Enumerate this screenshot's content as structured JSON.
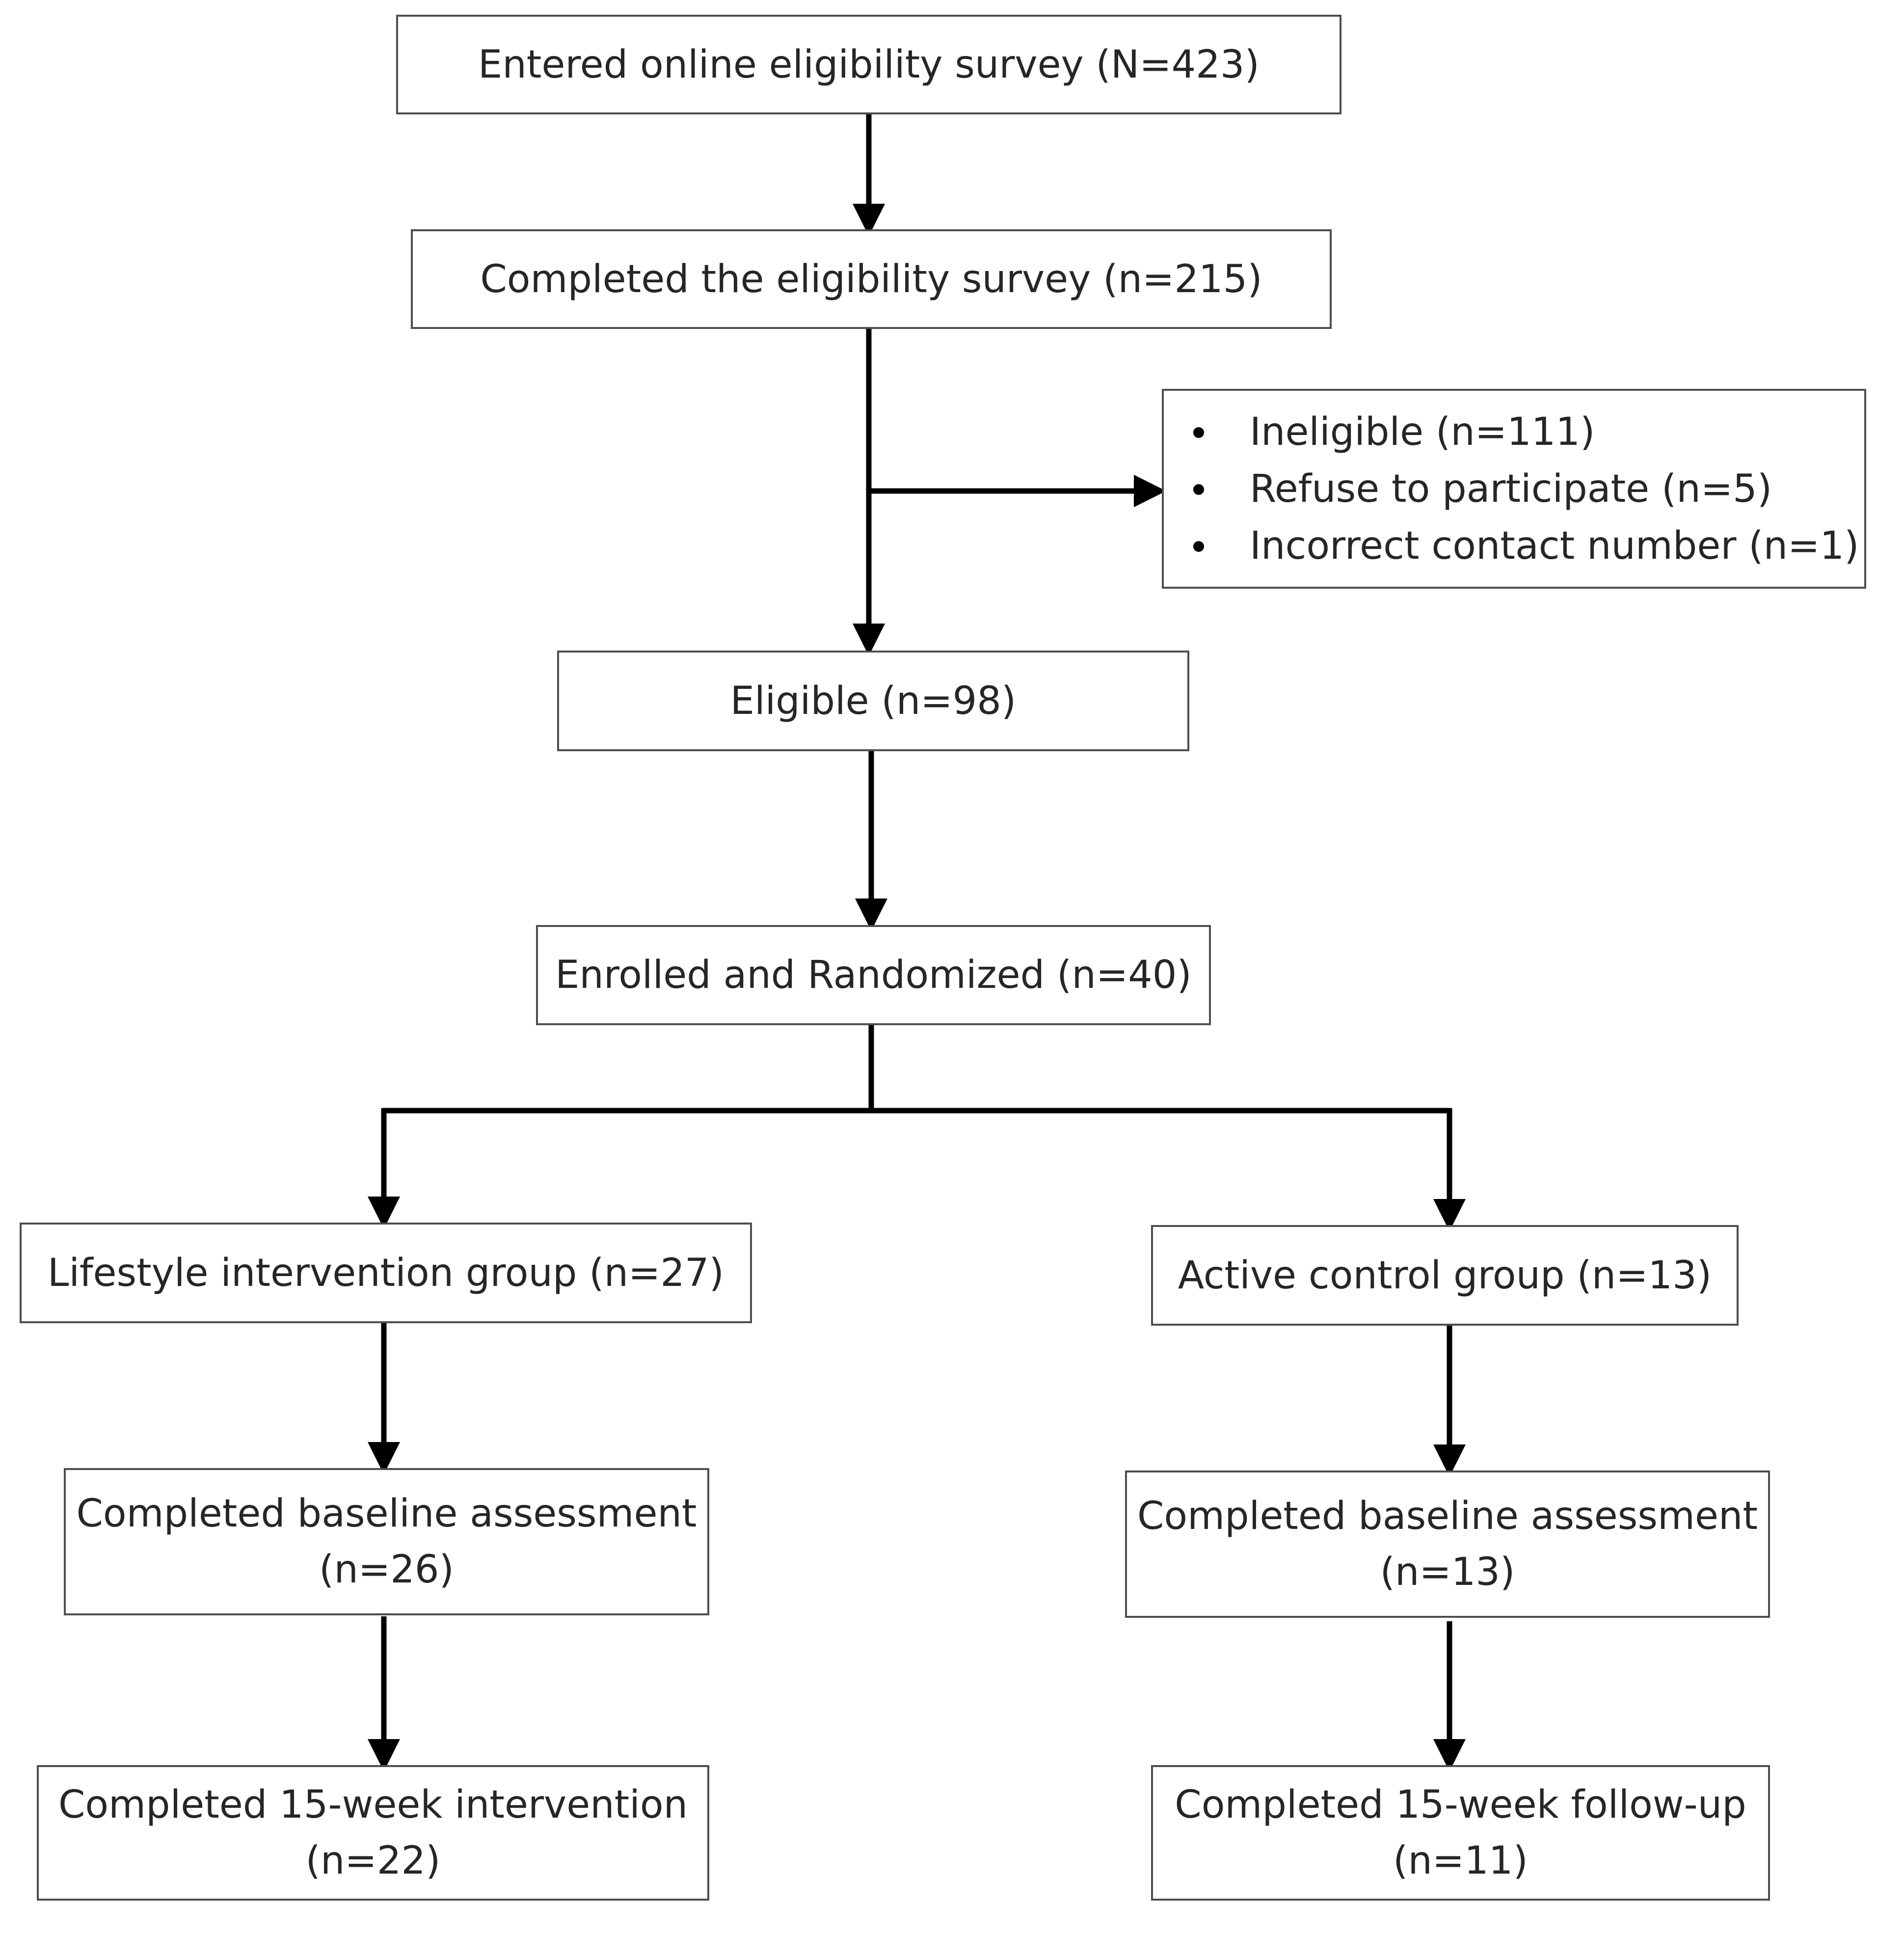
{
  "nodes": {
    "entered": {
      "label": "Entered online eligibility survey (N=423)"
    },
    "completed_survey": {
      "label": "Completed the eligibility survey (n=215)"
    },
    "excluded": {
      "items": [
        "Ineligible (n=111)",
        "Refuse to participate (n=5)",
        "Incorrect contact number (n=1)"
      ]
    },
    "eligible": {
      "label": "Eligible (n=98)"
    },
    "enrolled": {
      "label": "Enrolled and Randomized (n=40)"
    },
    "intervention_group": {
      "label": "Lifestyle intervention group (n=27)"
    },
    "control_group": {
      "label": "Active control group (n=13)"
    },
    "intervention_baseline": {
      "line1": "Completed baseline assessment",
      "line2": "(n=26)"
    },
    "control_baseline": {
      "line1": "Completed baseline assessment",
      "line2": "(n=13)"
    },
    "intervention_final": {
      "line1": "Completed 15-week intervention",
      "line2": "(n=22)"
    },
    "control_final": {
      "line1": "Completed 15-week follow-up",
      "line2": "(n=11)"
    }
  }
}
